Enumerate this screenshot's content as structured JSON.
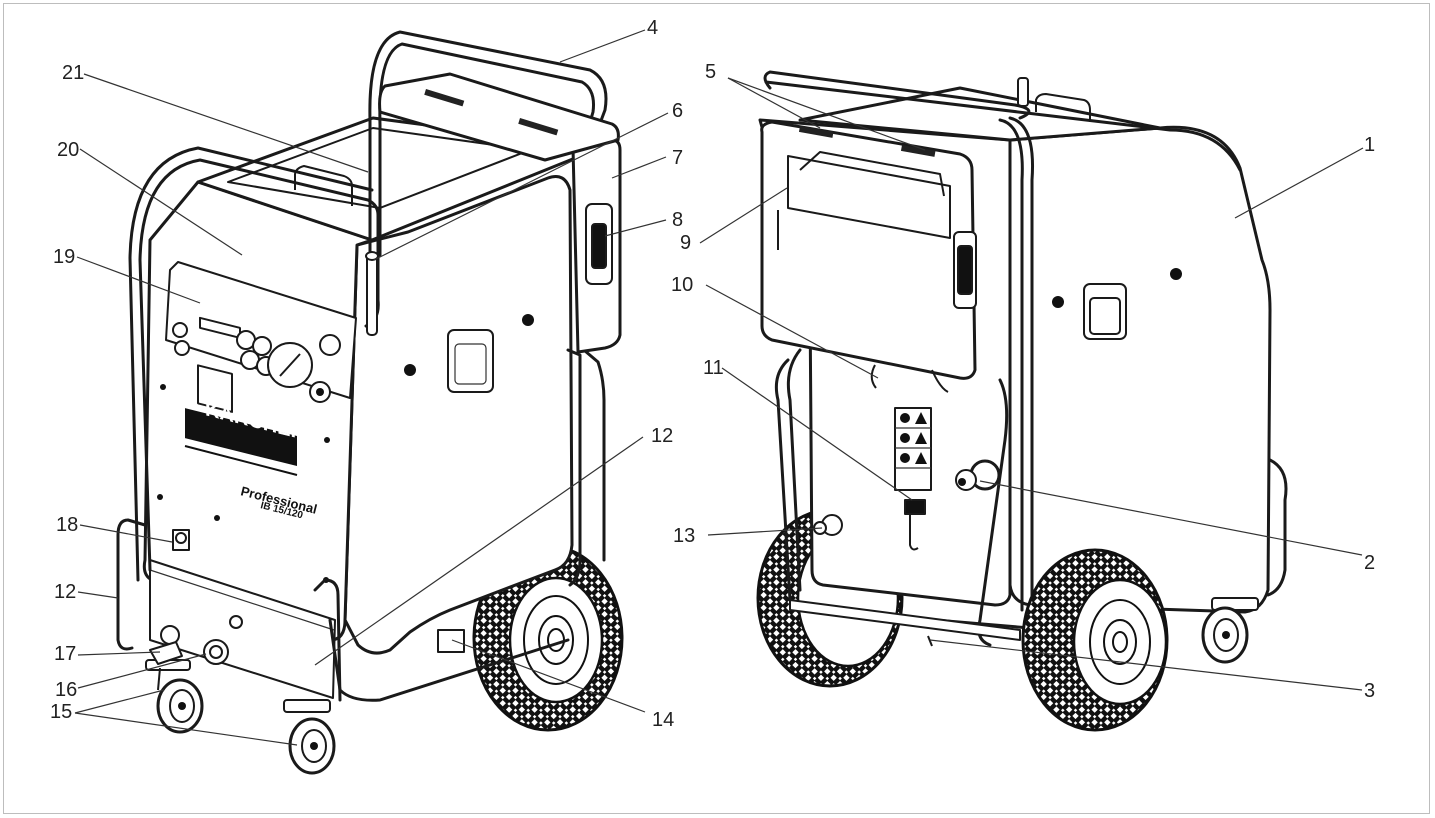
{
  "figure": {
    "logo_text": "KÄRCHER",
    "model_label": "Professional",
    "model_number": "IB 15/120",
    "callouts": [
      {
        "id": "c1",
        "label": "1"
      },
      {
        "id": "c2",
        "label": "2"
      },
      {
        "id": "c3",
        "label": "3"
      },
      {
        "id": "c4",
        "label": "4"
      },
      {
        "id": "c5",
        "label": "5"
      },
      {
        "id": "c6",
        "label": "6"
      },
      {
        "id": "c7",
        "label": "7"
      },
      {
        "id": "c8",
        "label": "8"
      },
      {
        "id": "c9",
        "label": "9"
      },
      {
        "id": "c10",
        "label": "10"
      },
      {
        "id": "c11",
        "label": "11"
      },
      {
        "id": "c12a",
        "label": "12"
      },
      {
        "id": "c12b",
        "label": "12"
      },
      {
        "id": "c13",
        "label": "13"
      },
      {
        "id": "c14",
        "label": "14"
      },
      {
        "id": "c15",
        "label": "15"
      },
      {
        "id": "c16",
        "label": "16"
      },
      {
        "id": "c17",
        "label": "17"
      },
      {
        "id": "c18",
        "label": "18"
      },
      {
        "id": "c19",
        "label": "19"
      },
      {
        "id": "c20",
        "label": "20"
      },
      {
        "id": "c21",
        "label": "21"
      }
    ]
  }
}
